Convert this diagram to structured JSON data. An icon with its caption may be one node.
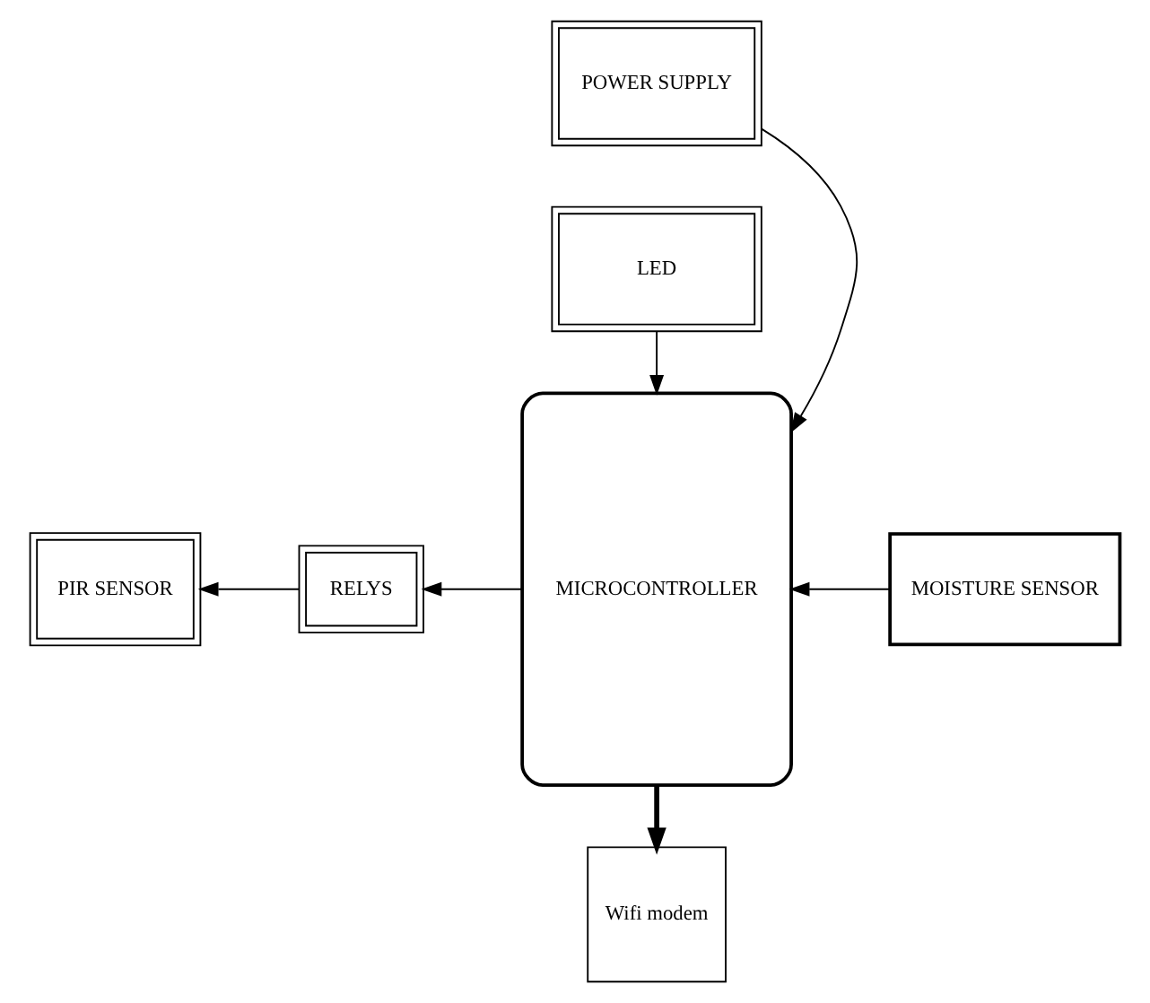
{
  "diagram": {
    "nodes": [
      {
        "text": [
          "POWER SUPPLY"
        ]
      },
      {
        "text": [
          "MICROCONTROLLER"
        ]
      },
      {
        "text": [
          "PIR SENSOR"
        ]
      },
      {
        "text": [
          "RELYS"
        ]
      },
      {
        "text": [
          "MOISTURE SENSOR"
        ]
      },
      {
        "text": [
          "LED"
        ]
      },
      {
        "text": [
          "Wifi modem"
        ]
      }
    ],
    "edges": [
      {
        "from": 0,
        "to": 1,
        "arrow": "to"
      },
      {
        "from": 1,
        "to": 3,
        "arrow": "to"
      },
      {
        "from": 3,
        "to": 2,
        "arrow": "to"
      },
      {
        "from": 4,
        "to": 1,
        "arrow": "to"
      },
      {
        "from": 5,
        "to": 1,
        "arrow": "to"
      },
      {
        "from": 1,
        "to": 6,
        "arrow": "to",
        "style": "thick"
      }
    ]
  }
}
